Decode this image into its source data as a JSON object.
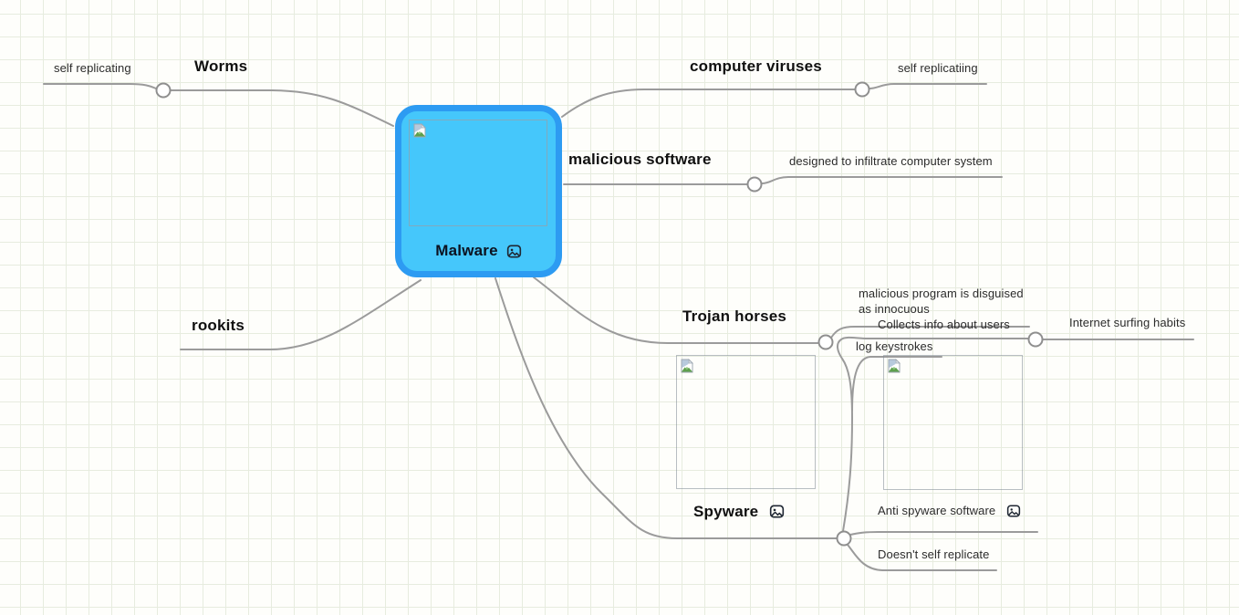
{
  "app": {
    "view": "mind-map-canvas",
    "background": "graph-paper-grid"
  },
  "colors": {
    "root_node_fill": "#45c7fb",
    "root_node_border": "#2d9bf2",
    "branch_line": "#9b9b9b",
    "connector_fill": "#ffffff",
    "connector_stroke": "#8f8f8f",
    "grid_line": "#e7ecdf",
    "background": "#fefefb",
    "label_text": "#101010",
    "child_text": "#2b2b2b"
  },
  "icons": {
    "image_badge": "image-badge-icon",
    "broken_image": "broken-image-icon",
    "connector": "collapse-expand-handle"
  },
  "root": {
    "label": "Malware",
    "has_image_placeholder": true,
    "has_image_badge": true
  },
  "nodes": {
    "worms": {
      "label": "Worms"
    },
    "self_replicating": {
      "label": "self replicating"
    },
    "computer_viruses": {
      "label": "computer viruses"
    },
    "self_replicatiing": {
      "label": "self replicatiing"
    },
    "malicious_software": {
      "label": "malicious software"
    },
    "infiltrate": {
      "label": "designed to infiltrate computer system"
    },
    "trojan": {
      "label": "Trojan horses"
    },
    "disguised": {
      "label": "malicious program is disguised as innocuous"
    },
    "rookits": {
      "label": "rookits"
    },
    "spyware": {
      "label": "Spyware",
      "has_image_placeholder": true,
      "has_image_badge": true
    },
    "collects": {
      "label": "Collects info about users"
    },
    "surfing": {
      "label": "Internet surfing habits"
    },
    "keystrokes": {
      "label": "log keystrokes"
    },
    "antispyware": {
      "label": "Anti spyware software",
      "has_image_placeholder": true,
      "has_image_badge": true
    },
    "noreplicate": {
      "label": "Doesn't self replicate"
    }
  }
}
